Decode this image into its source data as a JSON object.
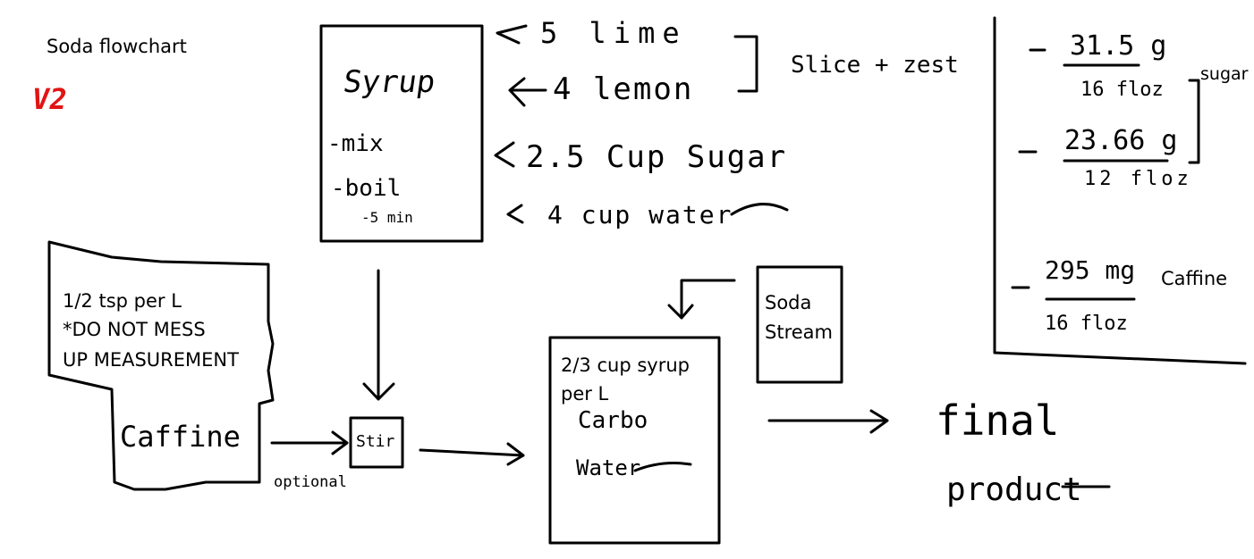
{
  "title": "Soda flowchart",
  "version_label": "V2",
  "colors": {
    "ink": "#000000",
    "version": "#e11414",
    "paper": "#ffffff"
  },
  "syrup": {
    "title": "Syrup",
    "steps": [
      "-mix",
      "-boil",
      "-5 min"
    ]
  },
  "ingredients": [
    "5 lime",
    "4 lemon",
    "2.5 Cup Sugar",
    "4 cup water"
  ],
  "citrus_note": "Slice + zest",
  "nutrition": {
    "sugar_label": "sugar",
    "caffeine_label": "Caffine",
    "items": [
      {
        "num": "31.5 g",
        "den": "16 floz"
      },
      {
        "num": "23.66 g",
        "den": "12 floz"
      },
      {
        "num": "295 mg",
        "den": "16 floz"
      }
    ]
  },
  "caffeine": {
    "note_line1": "1/2 tsp per L",
    "note_line2": "*DO NOT MESS",
    "note_line3": "UP MEASUREMENT",
    "label": "Caffine"
  },
  "stir": {
    "label": "Stir",
    "optional_label": "optional"
  },
  "sodastream": {
    "line1": "Soda",
    "line2": "Stream"
  },
  "carbonate": {
    "note_line1": "2/3 cup syrup",
    "note_line2": "per L",
    "label_line1": "Carbo",
    "label_line2": "Water"
  },
  "final": {
    "line1": "final",
    "line2": "product"
  }
}
